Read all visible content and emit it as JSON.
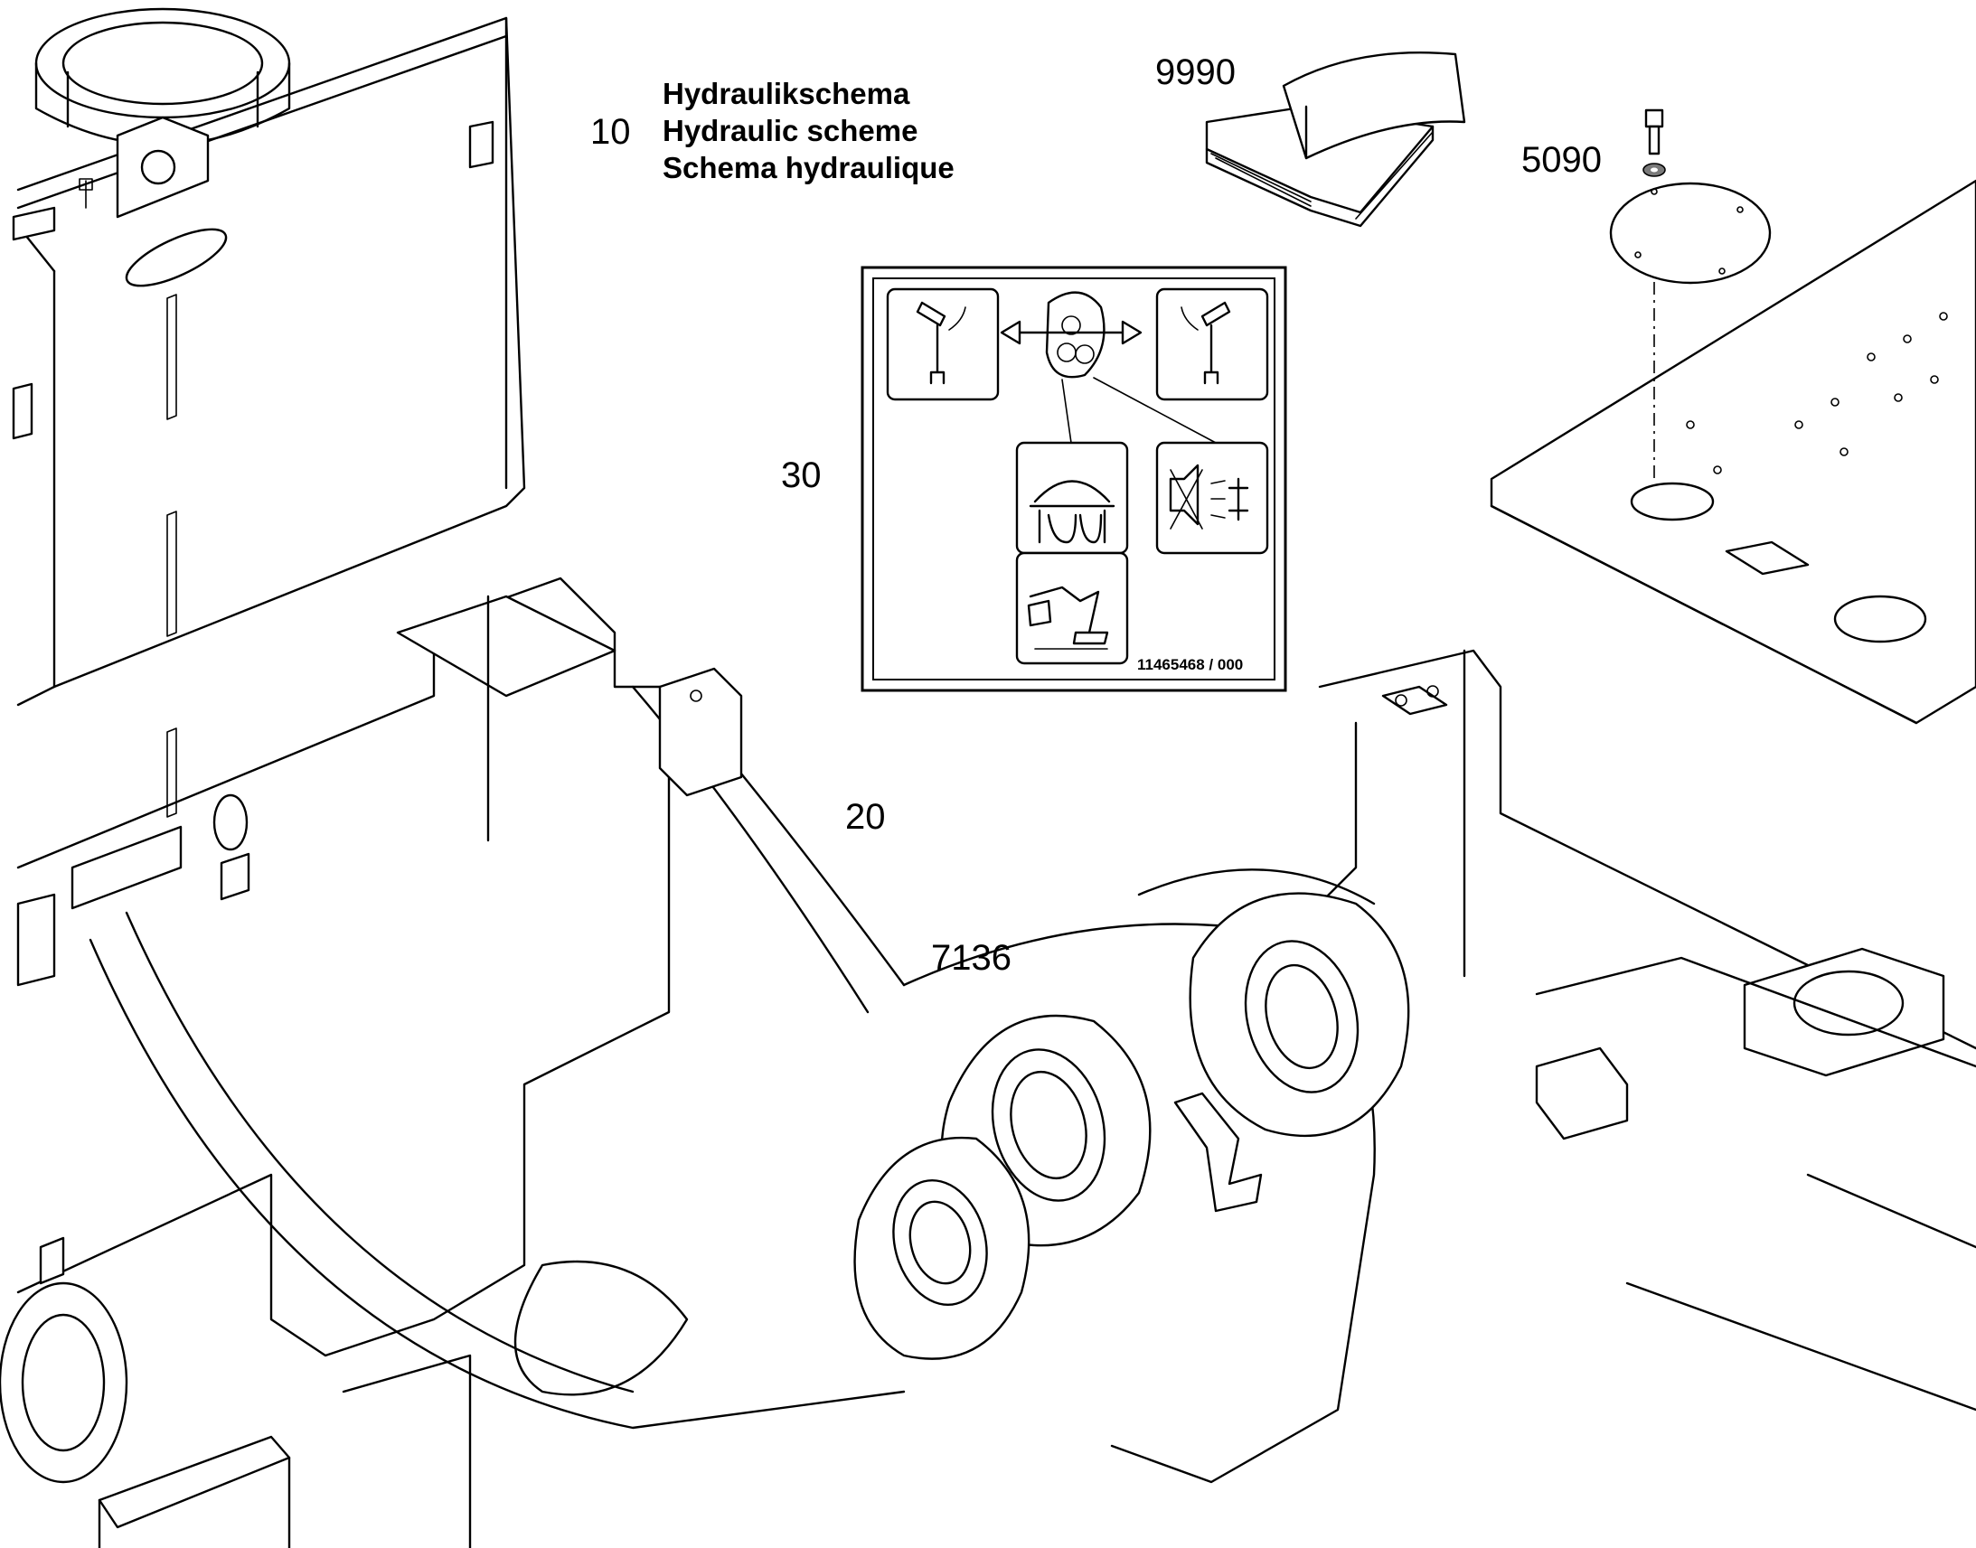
{
  "callouts": {
    "hydraulic_scheme": "10",
    "manual": "9990",
    "cover_plate": "5090",
    "decal": "30",
    "valve_block": "20",
    "harness": "7136"
  },
  "legend": {
    "line_de": "Hydraulikschema",
    "line_en": "Hydraulic scheme",
    "line_fr": "Schema hydraulique"
  },
  "decal": {
    "code": "11465468 / 000"
  },
  "icons": [
    "manual-book-icon",
    "bolt-icon",
    "washer-icon",
    "cover-plate-icon",
    "decal-panel",
    "valve-block-icon",
    "wire-harness-icon"
  ]
}
